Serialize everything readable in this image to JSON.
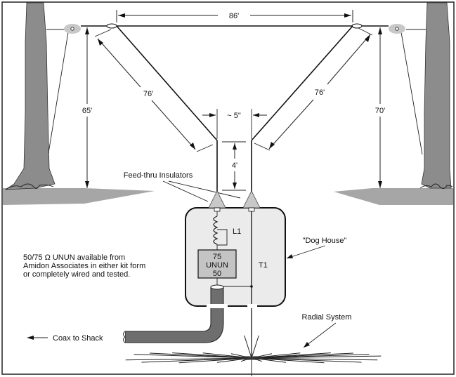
{
  "diagram": {
    "title": "Antenna installation diagram",
    "dimensions": {
      "span": "86'",
      "left_leg": "76'",
      "right_leg": "76'",
      "left_height": "65'",
      "right_height": "70'",
      "spacing": "~ 5\"",
      "feeder_length": "4'"
    },
    "labels": {
      "feedthru": "Feed-thru Insulators",
      "inductor": "L1",
      "unun_top": "75",
      "unun_mid": "UNUN",
      "unun_bot": "50",
      "transformer": "T1",
      "dog_house": "\"Dog House\"",
      "radial": "Radial System",
      "coax": "Coax to Shack"
    },
    "note": [
      "50/75 Ω UNUN available from",
      "Amidon Associates in either kit form",
      "or completely wired and tested."
    ],
    "colors": {
      "tree": "#8c8c8c",
      "ground": "#a6a6a6",
      "insulator": "#c8c8c8",
      "box": "#ebebeb",
      "unun": "#c4c4c4",
      "coax": "#6e6e6e"
    }
  }
}
